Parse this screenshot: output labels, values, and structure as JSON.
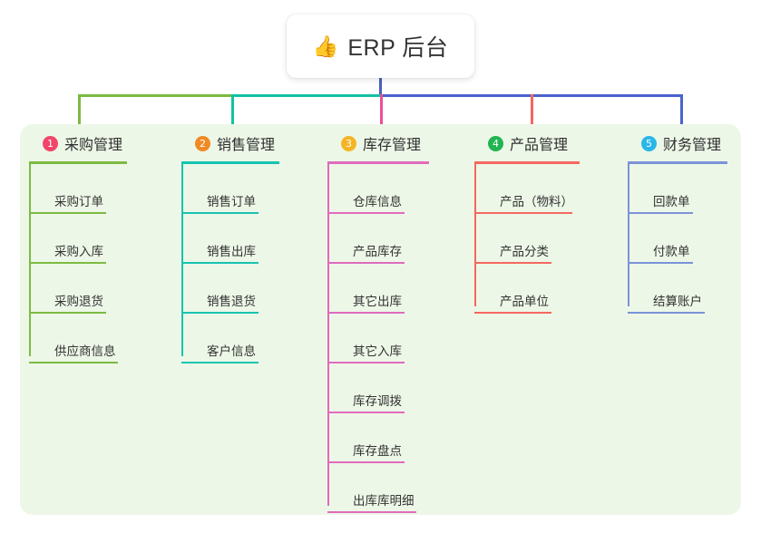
{
  "root": {
    "icon": "thumbs-up-icon",
    "icon_glyph": "👍",
    "title": "ERP 后台"
  },
  "colors": {
    "panel_bg": "#edf7e7",
    "root_stem": "#4a5fc1",
    "segment_green": "#7cbb42",
    "segment_teal": "#12c1a3",
    "segment_blue": "#4a63cf"
  },
  "columns": [
    {
      "index": "1",
      "title": "采购管理",
      "badge_color": "#f2456a",
      "line_color": "#7cbb42",
      "rule_width": 108,
      "spine_height": 212,
      "items": [
        {
          "label": "采购订单",
          "rule_width": 85
        },
        {
          "label": "采购入库",
          "rule_width": 85
        },
        {
          "label": "采购退货",
          "rule_width": 85
        },
        {
          "label": "供应商信息",
          "rule_width": 98
        }
      ]
    },
    {
      "index": "2",
      "title": "销售管理",
      "badge_color": "#f08a24",
      "line_color": "#16c4b0",
      "rule_width": 108,
      "spine_height": 212,
      "items": [
        {
          "label": "销售订单",
          "rule_width": 85
        },
        {
          "label": "销售出库",
          "rule_width": 85
        },
        {
          "label": "销售退货",
          "rule_width": 85
        },
        {
          "label": "客户信息",
          "rule_width": 85
        }
      ]
    },
    {
      "index": "3",
      "title": "库存管理",
      "badge_color": "#f5b426",
      "line_color": "#e06bbd",
      "rule_width": 112,
      "spine_height": 377,
      "items": [
        {
          "label": "仓库信息",
          "rule_width": 85
        },
        {
          "label": "产品库存",
          "rule_width": 85
        },
        {
          "label": "其它出库",
          "rule_width": 85
        },
        {
          "label": "其它入库",
          "rule_width": 85
        },
        {
          "label": "库存调拨",
          "rule_width": 85
        },
        {
          "label": "库存盘点",
          "rule_width": 85
        },
        {
          "label": "出库库明细",
          "rule_width": 98
        }
      ]
    },
    {
      "index": "4",
      "title": "产品管理",
      "badge_color": "#22b451",
      "line_color": "#f4685f",
      "rule_width": 116,
      "spine_height": 157,
      "items": [
        {
          "label": "产品（物料）",
          "rule_width": 108
        },
        {
          "label": "产品分类",
          "rule_width": 85
        },
        {
          "label": "产品单位",
          "rule_width": 85
        }
      ]
    },
    {
      "index": "5",
      "title": "财务管理",
      "badge_color": "#29b6e8",
      "line_color": "#7b93d8",
      "rule_width": 110,
      "spine_height": 157,
      "items": [
        {
          "label": "回款单",
          "rule_width": 72
        },
        {
          "label": "付款单",
          "rule_width": 72
        },
        {
          "label": "结算账户",
          "rule_width": 85
        }
      ]
    }
  ]
}
